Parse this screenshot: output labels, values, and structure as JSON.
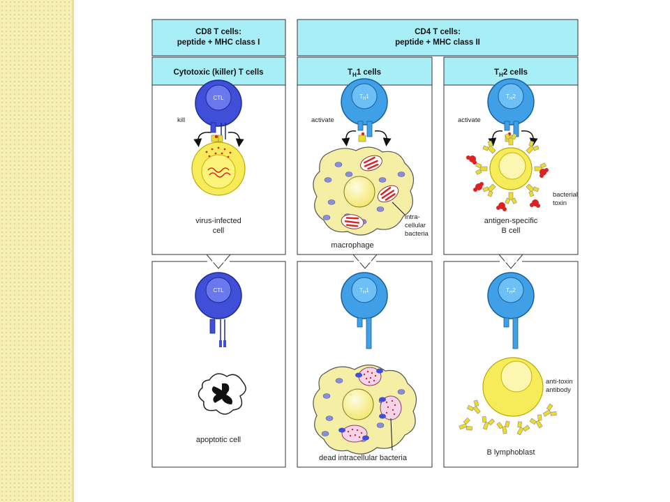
{
  "headers": {
    "cd8_line1": "CD8 T cells:",
    "cd8_line2": "peptide + MHC class I",
    "cd4_line1": "CD4 T cells:",
    "cd4_line2": "peptide + MHC class II",
    "col1": "Cytotoxic (killer) T cells",
    "col2_base": "T",
    "col2_sub": "H",
    "col2_rest": "1 cells",
    "col3_base": "T",
    "col3_sub": "H",
    "col3_rest": "2 cells"
  },
  "cells": {
    "ctl": "CTL",
    "th1": "T",
    "th1_sub": "H",
    "th1_num": "1",
    "th2": "T",
    "th2_sub": "H",
    "th2_num": "2"
  },
  "labels": {
    "kill": "kill",
    "activate1": "activate",
    "activate2": "activate",
    "virus_infected_1": "virus-infected",
    "virus_infected_2": "cell",
    "intracellular_1": "intra-",
    "intracellular_2": "cellular",
    "intracellular_3": "bacteria",
    "macrophage": "macrophage",
    "bacterial_toxin_1": "bacterial",
    "bacterial_toxin_2": "toxin",
    "antigen_specific_1": "antigen-specific",
    "antigen_specific_2": "B cell",
    "apoptotic_cell": "apoptotic cell",
    "dead_bacteria": "dead intracellular bacteria",
    "anti_toxin_1": "anti-toxin",
    "anti_toxin_2": "antibody",
    "b_lymphoblast": "B lymphoblast"
  },
  "colors": {
    "header_bg": "#a8eef7",
    "ctl_blue": "#3f4fd8",
    "th_blue": "#3fa0e8",
    "yellow": "#f6ec5a",
    "macrophage_fill": "#f4efa4",
    "receptor_yellow": "#eedc2a",
    "red": "#dd2222"
  }
}
